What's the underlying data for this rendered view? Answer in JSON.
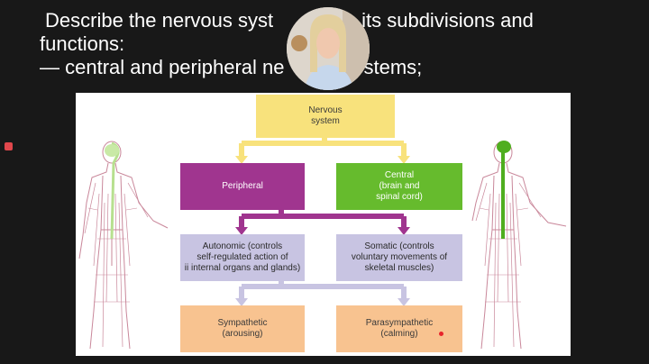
{
  "slide": {
    "title_line1": "Describe the nervous syst",
    "title_line1_end": "its subdivisions and",
    "title_line2": "functions:",
    "title_line3_start": "— central and peripheral ne",
    "title_line3_end": "systems;"
  },
  "diagram": {
    "nervous_system": {
      "text": "Nervous\nsystem"
    },
    "peripheral": {
      "text": "Peripheral"
    },
    "central": {
      "text": "Central\n(brain and\nspinal cord)"
    },
    "autonomic": {
      "text": "Autonomic (controls\nself-regulated action of\nii internal organs and glands)"
    },
    "somatic": {
      "text": "Somatic (controls\nvoluntary movements of\nskeletal muscles)"
    },
    "sympathetic": {
      "text": "Sympathetic\n(arousing)"
    },
    "parasympathetic": {
      "text": "Parasympathetic\n(calming)"
    }
  },
  "colors": {
    "nervous_system": "#f8e27c",
    "peripheral": "#a0358f",
    "central": "#66bb2d",
    "autonomic_somatic": "#c8c4e2",
    "sympathetic_parasympathetic": "#f8c390",
    "annotation_dot": "#e8242b",
    "webcam_sweater": "#c6d7ec"
  },
  "icons": [
    "webcam-presenter-feed",
    "human-body-figure-left",
    "human-body-figure-right",
    "slide-nav-marker"
  ]
}
